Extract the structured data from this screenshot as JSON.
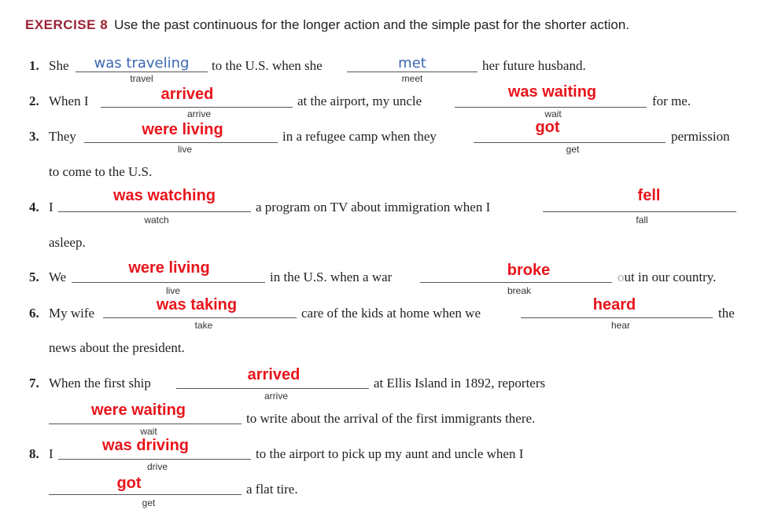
{
  "header": {
    "label": "EXERCISE 8",
    "instruction": "Use the past continuous for the longer action and the simple past for the shorter action."
  },
  "items": [
    {
      "num": "1.",
      "p1": "She",
      "p2": "to the U.S. when she",
      "p3": "her future husband.",
      "a1": "was traveling",
      "h1": "travel",
      "a2": "met",
      "h2": "meet"
    },
    {
      "num": "2.",
      "p1": "When I",
      "p2": "at the airport, my uncle",
      "p3": "for me.",
      "a1": "arrived",
      "h1": "arrive",
      "a2": "was waiting",
      "h2": "wait"
    },
    {
      "num": "3.",
      "p1": "They",
      "p2": "in a refugee camp when they",
      "p3": "permission",
      "cont": "to come to the U.S.",
      "a1": "were living",
      "h1": "live",
      "a2": "got",
      "h2": "get"
    },
    {
      "num": "4.",
      "p1": "I",
      "p2": "a program on TV about immigration when I",
      "cont": "asleep.",
      "a1": "was watching",
      "h1": "watch",
      "a2": "fell",
      "h2": "fall"
    },
    {
      "num": "5.",
      "p1": "We",
      "p2": "in the U.S. when a war",
      "p3a": "o",
      "p3b": "ut in our country.",
      "a1": "were living",
      "h1": "live",
      "a2": "broke",
      "h2": "break"
    },
    {
      "num": "6.",
      "p1": "My wife",
      "p2": "care of the kids at home when we",
      "p3": "the",
      "cont": "news about the president.",
      "a1": "was taking",
      "h1": "take",
      "a2": "heard",
      "h2": "hear"
    },
    {
      "num": "7.",
      "p1": "When the first ship",
      "p2": "at Ellis Island in 1892, reporters",
      "p3": "to write about the arrival of the first immigrants there.",
      "a1": "arrived",
      "h1": "arrive",
      "a2": "were waiting",
      "h2": "wait"
    },
    {
      "num": "8.",
      "p1": "I",
      "p2": "to the airport to pick up my aunt and uncle when I",
      "p3": "a flat tire.",
      "a1": "was driving",
      "h1": "drive",
      "a2": "got",
      "h2": "get"
    }
  ]
}
